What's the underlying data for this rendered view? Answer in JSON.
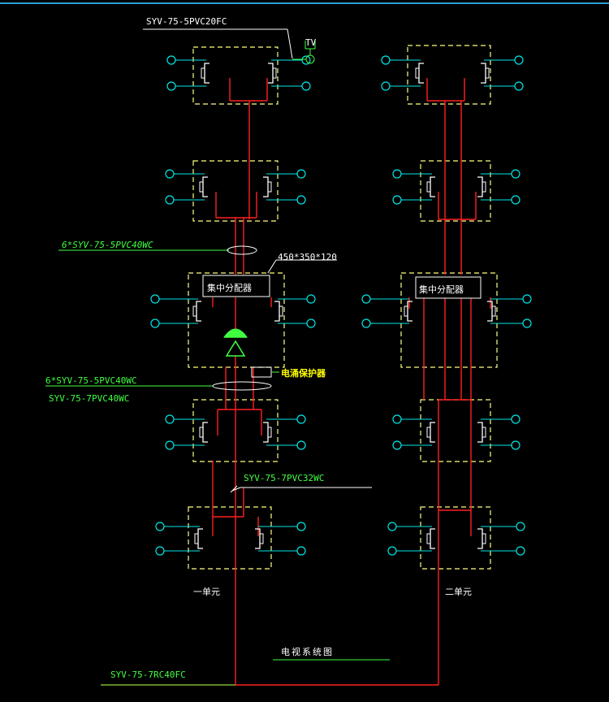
{
  "colors": {
    "background": "#000000",
    "box": "#ffff80",
    "cable": "#ff2020",
    "outlet": "#00e6e6",
    "socket": "#ffffff",
    "label_white": "#ffffff",
    "label_green": "#40ff40",
    "label_yellow": "#ffff00",
    "label_red": "#ff4040",
    "guide": "#ffffff",
    "amp": "#40ff40"
  },
  "labels": {
    "top_cable": "SYV-75-5PVC20FC",
    "tv_tag": "TV",
    "bundle_1": "6*SYV-75-5PVC40WC",
    "box_dims": "450*350*120",
    "splitter_left": "集中分配器",
    "splitter_right": "集中分配器",
    "bundle_2a": "6*SYV-75-5PVC40WC",
    "bundle_2b": "SYV-75-7PVC40WC",
    "surge": "电涌保护器",
    "trunk": "SYV-75-7PVC32WC",
    "unit_1": "一单元",
    "unit_2": "二单元",
    "title": "电视系统图",
    "main_feed": "SYV-75-7RC40FC"
  },
  "icons": [
    "tv-outlet-icon",
    "amplifier-icon",
    "surge-protector-icon"
  ]
}
